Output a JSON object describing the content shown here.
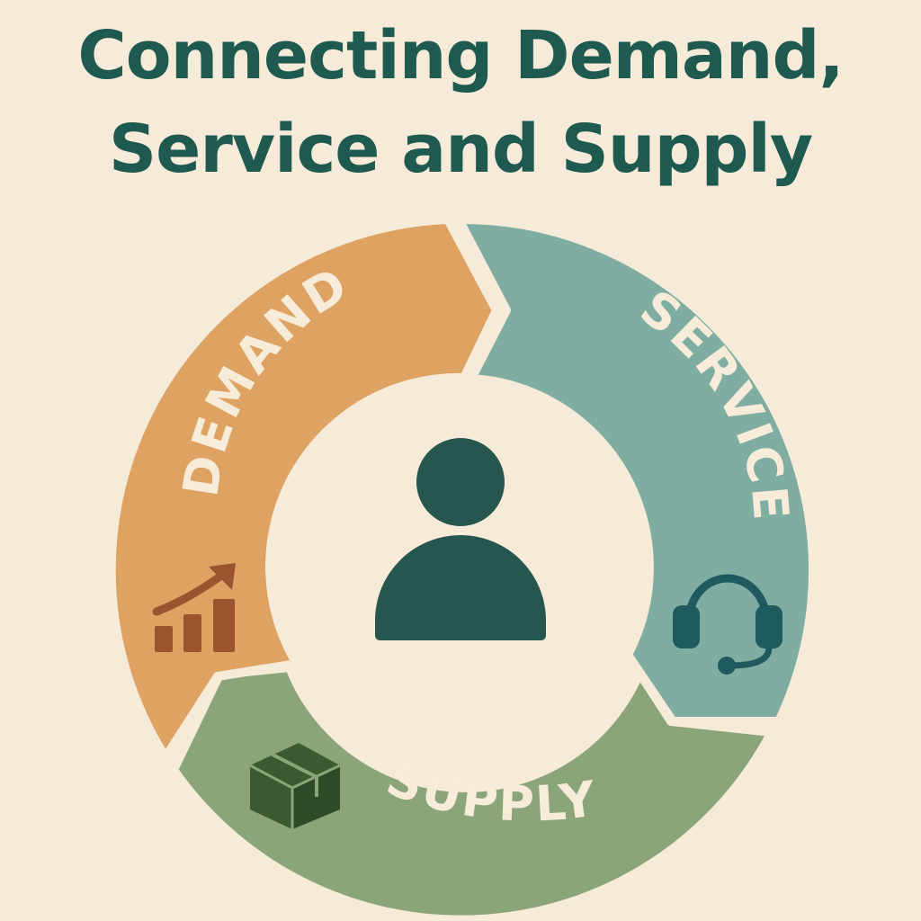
{
  "title": {
    "line1": "Connecting Demand,",
    "line2": "Service and Supply"
  },
  "segments": [
    {
      "label": "DEMAND",
      "color": "#dea262",
      "icon": "growth-chart-icon",
      "icon_color": "#9a5530"
    },
    {
      "label": "SERVICE",
      "color": "#7fada1",
      "icon": "headset-icon",
      "icon_color": "#1e5a5e"
    },
    {
      "label": "SUPPLY",
      "color": "#8ba57a",
      "icon": "box-icon",
      "icon_color": "#3b5a32"
    }
  ],
  "center": {
    "icon": "user-icon",
    "color": "#27564f",
    "background": "#f6ead8"
  },
  "colors": {
    "background": "#f6ead8",
    "title": "#1f5a50",
    "label": "#f7ecd9"
  }
}
